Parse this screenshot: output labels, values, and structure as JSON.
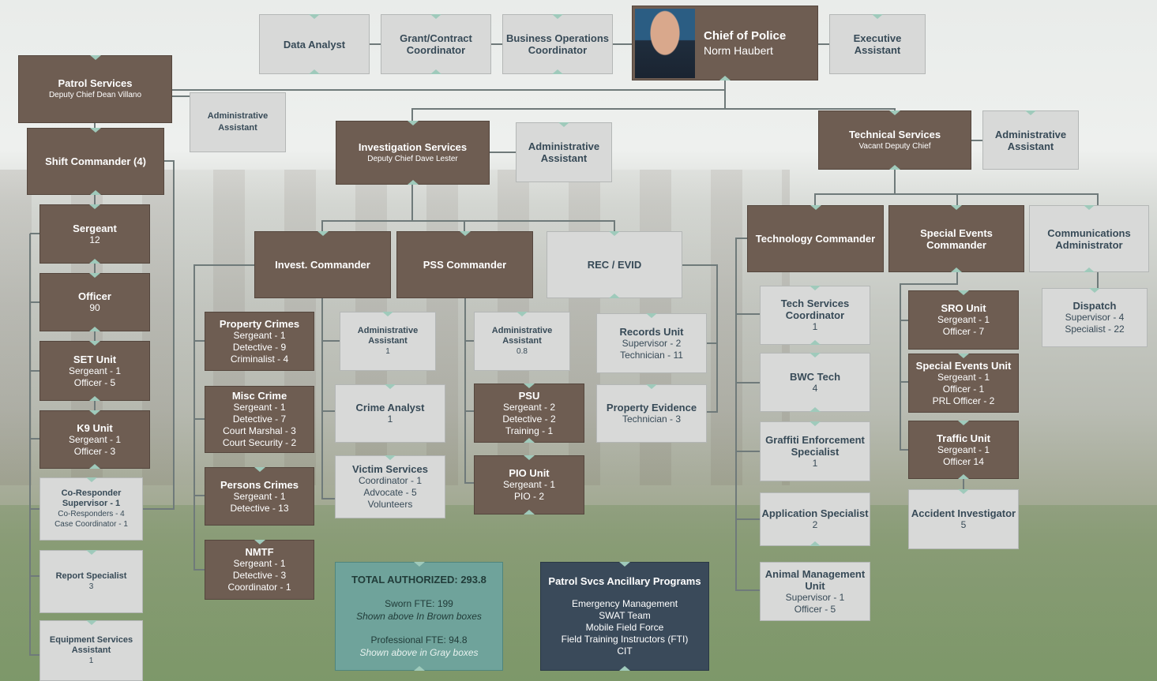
{
  "chief": {
    "title": "Chief of Police",
    "name": "Norm Haubert"
  },
  "top": {
    "data_analyst": "Data Analyst",
    "grant_l1": "Grant/Contract",
    "grant_l2": "Coordinator",
    "bizops_l1": "Business Operations",
    "bizops_l2": "Coordinator",
    "exec_l1": "Executive",
    "exec_l2": "Assistant"
  },
  "patrol": {
    "title": "Patrol Services",
    "sub": "Deputy Chief Dean Villano",
    "admin_l1": "Administrative",
    "admin_l2": "Assistant",
    "shift": "Shift Commander (4)",
    "sergeant": {
      "t": "Sergeant",
      "v": "12"
    },
    "officer": {
      "t": "Officer",
      "v": "90"
    },
    "set": {
      "t": "SET Unit",
      "l1": "Sergeant - 1",
      "l2": "Officer - 5"
    },
    "k9": {
      "t": "K9 Unit",
      "l1": "Sergeant - 1",
      "l2": "Officer - 3"
    },
    "coresp": {
      "t1": "Co-Responder",
      "t2": "Supervisor - 1",
      "l1": "Co-Responders - 4",
      "l2": "Case Coordinator - 1"
    },
    "report": {
      "t": "Report Specialist",
      "v": "3"
    },
    "equip": {
      "t1": "Equipment Services",
      "t2": "Assistant",
      "v": "1"
    }
  },
  "invest": {
    "title": "Investigation Services",
    "sub": "Deputy Chief Dave Lester",
    "admin_l1": "Administrative",
    "admin_l2": "Assistant",
    "invcmd": "Invest. Commander",
    "psscmd": "PSS Commander",
    "recevid": "REC / EVID",
    "property": {
      "t": "Property Crimes",
      "l1": "Sergeant - 1",
      "l2": "Detective - 9",
      "l3": "Criminalist - 4"
    },
    "misc": {
      "t": "Misc Crime",
      "l1": "Sergeant - 1",
      "l2": "Detective - 7",
      "l3": "Court Marshal - 3",
      "l4": "Court Security - 2"
    },
    "persons": {
      "t": "Persons Crimes",
      "l1": "Sergeant - 1",
      "l2": "Detective - 13"
    },
    "nmtf": {
      "t": "NMTF",
      "l1": "Sergeant - 1",
      "l2": "Detective - 3",
      "l3": "Coordinator - 1"
    },
    "inv_admin": {
      "l1": "Administrative",
      "l2": "Assistant",
      "v": "1"
    },
    "crime_analyst": {
      "t": "Crime Analyst",
      "v": "1"
    },
    "victim": {
      "t": "Victim Services",
      "l1": "Coordinator - 1",
      "l2": "Advocate - 5",
      "l3": "Volunteers"
    },
    "pss_admin": {
      "l1": "Administrative",
      "l2": "Assistant",
      "v": "0.8"
    },
    "psu": {
      "t": "PSU",
      "l1": "Sergeant - 2",
      "l2": "Detective - 2",
      "l3": "Training - 1"
    },
    "pio": {
      "t": "PIO Unit",
      "l1": "Sergeant - 1",
      "l2": "PIO - 2"
    },
    "records": {
      "t": "Records Unit",
      "l1": "Supervisor - 2",
      "l2": "Technician - 11"
    },
    "propev": {
      "t": "Property Evidence",
      "l1": "Technician - 3"
    }
  },
  "tech": {
    "title": "Technical Services",
    "sub": "Vacant Deputy Chief",
    "admin_l1": "Administrative",
    "admin_l2": "Assistant",
    "techcmd": "Technology Commander",
    "specevcmd_l1": "Special Events",
    "specevcmd_l2": "Commander",
    "comm_l1": "Communications",
    "comm_l2": "Administrator",
    "techcoord": {
      "t1": "Tech Services",
      "t2": "Coordinator",
      "v": "1"
    },
    "bwc": {
      "t": "BWC Tech",
      "v": "4"
    },
    "graffiti": {
      "t1": "Graffiti Enforcement",
      "t2": "Specialist",
      "v": "1"
    },
    "appspec": {
      "t": "Application Specialist",
      "v": "2"
    },
    "animal": {
      "t1": "Animal Management",
      "t2": "Unit",
      "l1": "Supervisor - 1",
      "l2": "Officer - 5"
    },
    "sro": {
      "t": "SRO Unit",
      "l1": "Sergeant - 1",
      "l2": "Officer - 7"
    },
    "specev": {
      "t": "Special Events Unit",
      "l1": "Sergeant - 1",
      "l2": "Officer - 1",
      "l3": "PRL Officer - 2"
    },
    "traffic": {
      "t": "Traffic Unit",
      "l1": "Sergeant - 1",
      "l2": "Officer 14"
    },
    "accident": {
      "t": "Accident Investigator",
      "v": "5"
    },
    "dispatch": {
      "t": "Dispatch",
      "l1": "Supervisor - 4",
      "l2": "Specialist - 22"
    }
  },
  "totals": {
    "title": "TOTAL AUTHORIZED: 293.8",
    "sworn": "Sworn FTE: 199",
    "sworn_note": "Shown above In Brown boxes",
    "prof": "Professional FTE: 94.8",
    "prof_note": "Shown above in Gray boxes"
  },
  "ancillary": {
    "title": "Patrol Svcs Ancillary Programs",
    "items": [
      "Emergency Management",
      "SWAT Team",
      "Mobile Field Force",
      "Field Training Instructors (FTI)",
      "CIT"
    ]
  },
  "colors": {
    "brown": "#6e5d52",
    "gray": "#d8d9d8",
    "teal": "#6fa39b",
    "navy": "#3a4a5a",
    "accent": "#9fcabb"
  }
}
